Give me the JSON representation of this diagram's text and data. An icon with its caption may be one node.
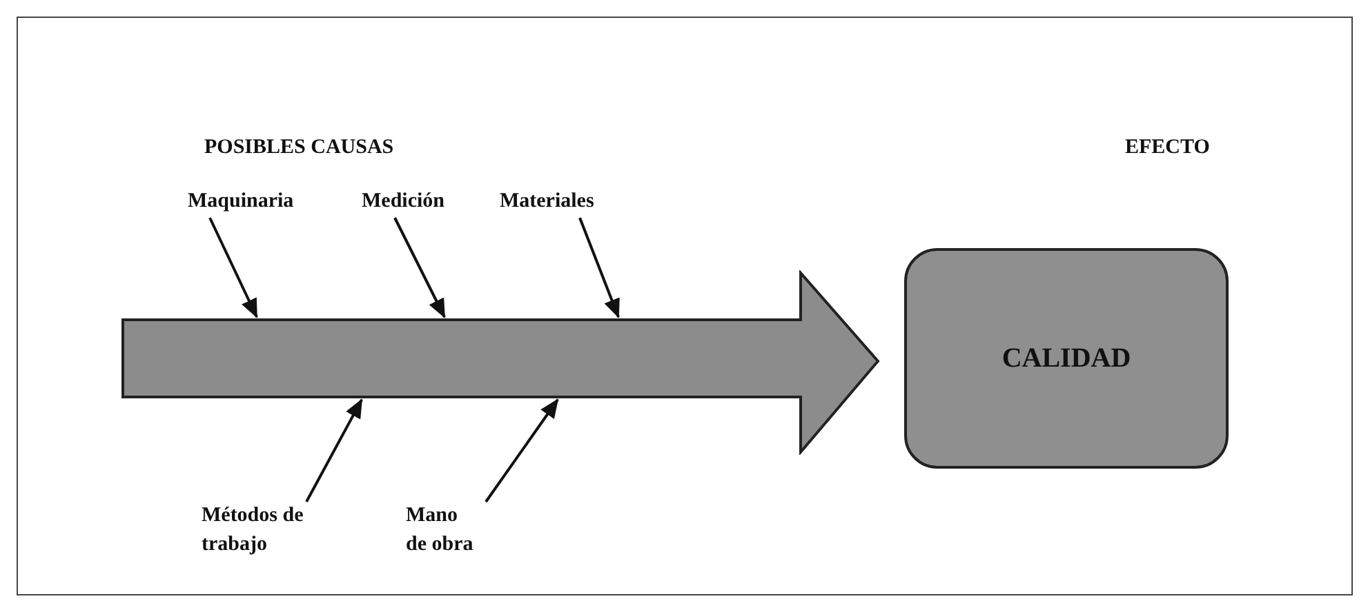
{
  "diagram": {
    "nodes": [
      {
        "text": [
          "Maquinaria"
        ]
      },
      {
        "text": [
          "Medición"
        ]
      },
      {
        "text": [
          "Materiales"
        ]
      },
      {
        "text": [],
        "shape": "arrow"
      },
      {
        "text": [
          "Métodos de trabajo"
        ]
      },
      {
        "text": [
          "Mano de obra"
        ]
      },
      {
        "text": [
          "CALIDAD"
        ]
      }
    ],
    "edges": [
      {
        "from": 0,
        "to": 3,
        "arrow": "to"
      },
      {
        "from": 1,
        "to": 3,
        "arrow": "to"
      },
      {
        "from": 2,
        "to": 3,
        "arrow": "to"
      },
      {
        "from": 4,
        "to": 3,
        "arrow": "to"
      },
      {
        "from": 5,
        "to": 3,
        "arrow": "to"
      }
    ],
    "labels": [
      "POSIBLES CAUSAS",
      "EFECTO"
    ]
  }
}
